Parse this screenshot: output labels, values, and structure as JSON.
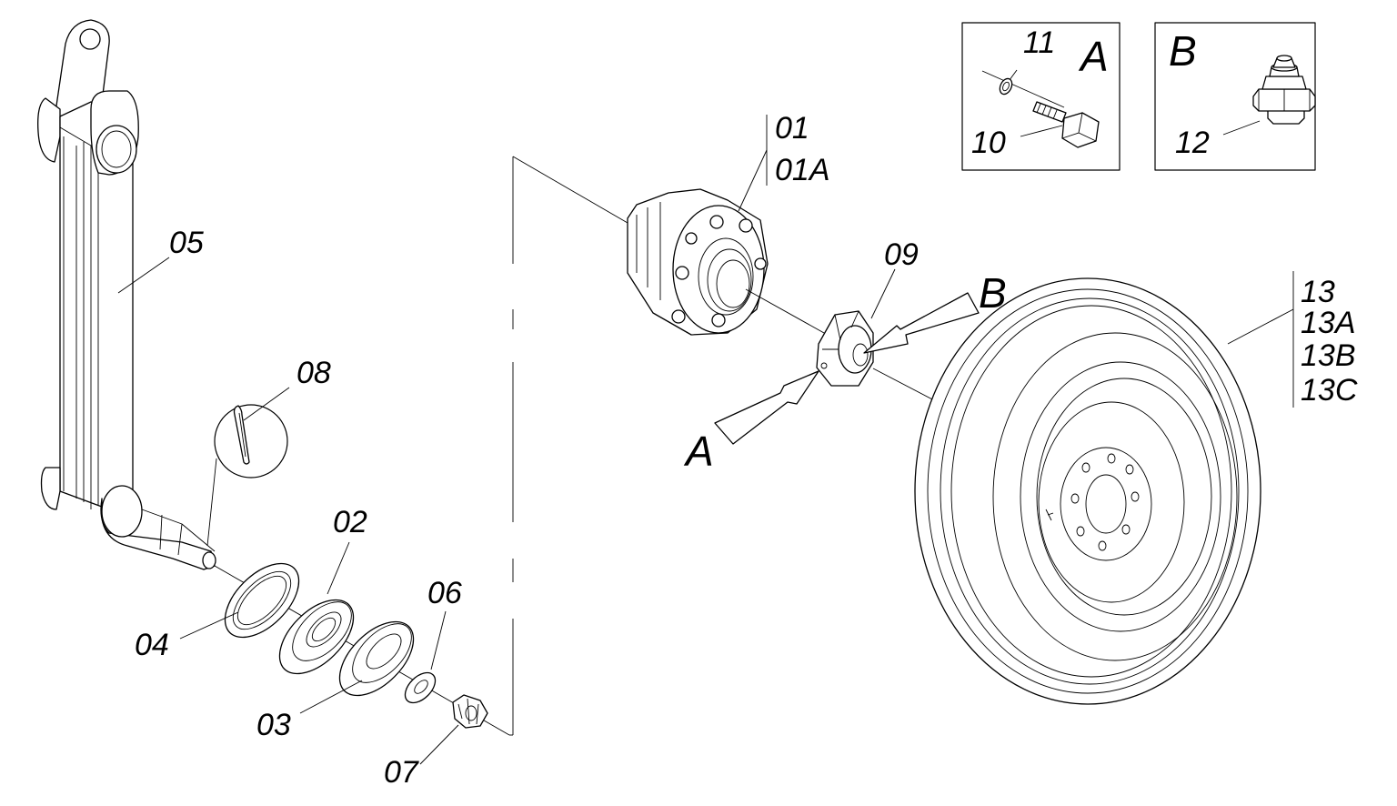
{
  "detail_boxes": [
    {
      "letter": "A",
      "parts": [
        "11",
        "10"
      ]
    },
    {
      "letter": "B",
      "parts": [
        "12"
      ]
    }
  ],
  "callout_letters": {
    "a": "A",
    "b": "B"
  },
  "labels": {
    "p01": "01",
    "p01a": "01A",
    "p02": "02",
    "p03": "03",
    "p04": "04",
    "p05": "05",
    "p06": "06",
    "p07": "07",
    "p08": "08",
    "p09": "09",
    "p10": "10",
    "p11": "11",
    "p12": "12",
    "p13": "13",
    "p13a": "13A",
    "p13b": "13B",
    "p13c": "13C"
  }
}
